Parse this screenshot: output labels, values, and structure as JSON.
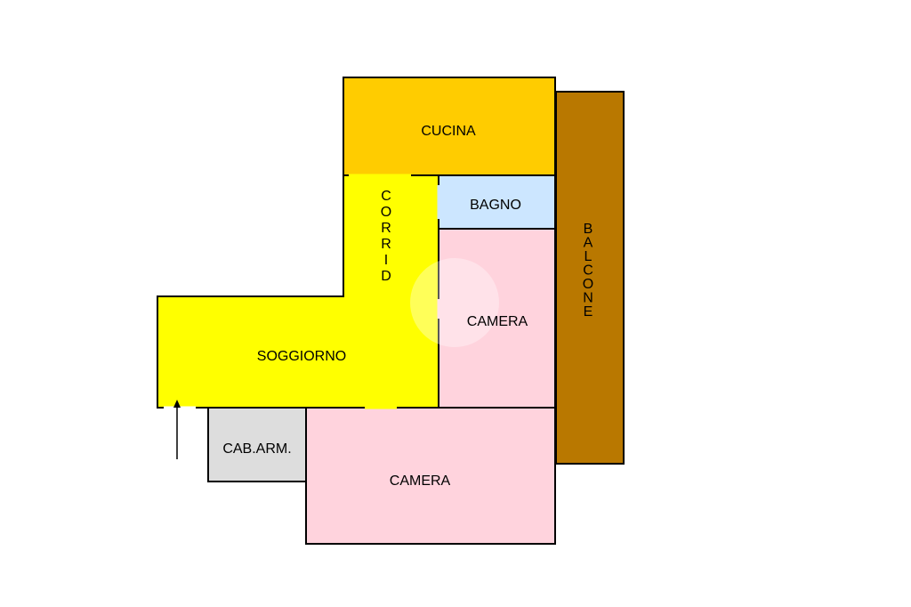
{
  "plan": {
    "colors": {
      "kitchen": "#FFCC00",
      "living": "#FFFF00",
      "corridor": "#FFFF00",
      "bathroom": "#CCE6FF",
      "bedroom": "#FFD3DD",
      "closet": "#DDDDDD",
      "balcony": "#B97800",
      "wall": "#000000"
    },
    "rooms": {
      "kitchen": "CUCINA",
      "bathroom": "BAGNO",
      "corridor": "CORRID",
      "bedroom_upper": "CAMERA",
      "living": "SOGGIORNO",
      "closet": "CAB.ARM.",
      "bedroom_lower": "CAMERA",
      "balcony": "BALCONE"
    },
    "entrance_icon": "arrow-up-icon"
  }
}
